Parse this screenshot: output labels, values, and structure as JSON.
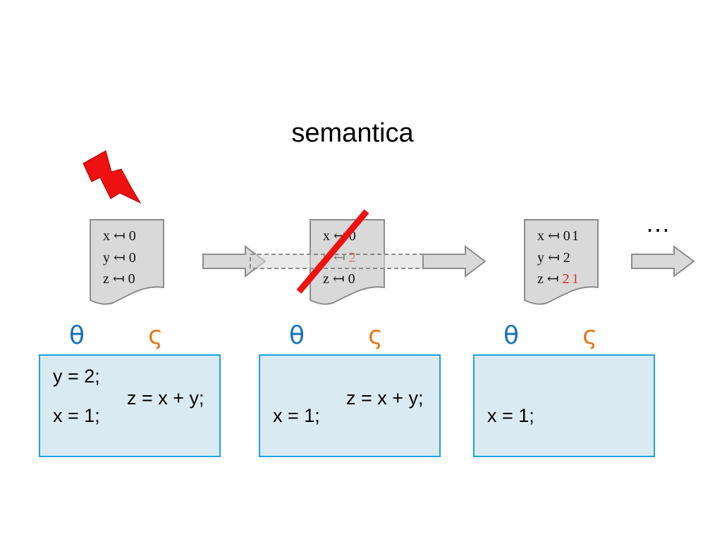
{
  "title": "semantica",
  "ellipsis": "…",
  "colors": {
    "box_fill": "#daeaf2",
    "box_border": "#1aa3e0",
    "theta": "#1a73b8",
    "sigma": "#e07b20",
    "highlight": "#e8201a",
    "doc_fill": "#d9d9d9",
    "arrow_fill": "#d9d9d9"
  },
  "icons": [
    "lightning-bolt-icon",
    "document-icon",
    "right-arrow-icon",
    "strike-through-line"
  ],
  "stages": [
    {
      "memory": [
        {
          "var": "x",
          "arrow": "↤",
          "value": "0"
        },
        {
          "var": "y",
          "arrow": "↤",
          "value": "0"
        },
        {
          "var": "z",
          "arrow": "↤",
          "value": "0"
        }
      ],
      "theta": "θ",
      "sigma": "ς",
      "code": [
        "y = 2;",
        "x = 1;",
        "z = x + y;"
      ]
    },
    {
      "memory": [
        {
          "var": "x",
          "arrow": "↤",
          "value": "0"
        },
        {
          "var": "y",
          "arrow": "↤",
          "value": "2"
        },
        {
          "var": "z",
          "arrow": "↤",
          "value": "0"
        }
      ],
      "theta": "θ",
      "sigma": "ς",
      "code": [
        "x = 1;",
        "z = x + y;"
      ]
    },
    {
      "memory": [
        {
          "var": "x",
          "arrow": "↤",
          "value": "0",
          "overlay": "1"
        },
        {
          "var": "y",
          "arrow": "↤",
          "value": "2"
        },
        {
          "var": "z",
          "arrow": "↤",
          "value": "2",
          "overlay": "1"
        }
      ],
      "theta": "θ",
      "sigma": "ς",
      "code": [
        "x = 1;"
      ]
    }
  ]
}
